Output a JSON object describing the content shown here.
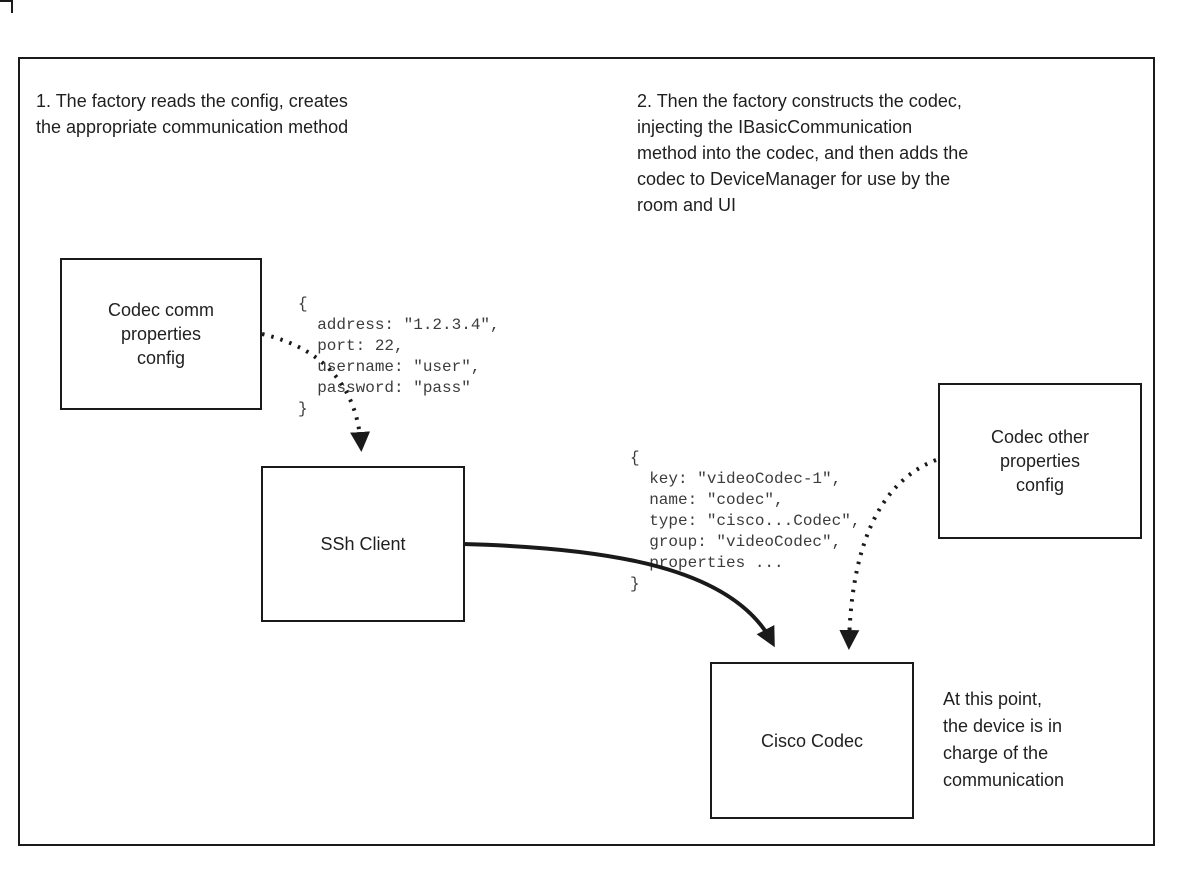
{
  "diagram": {
    "notes": {
      "step1": "1. The factory reads the config, creates\nthe appropriate communication method",
      "step2": "2. Then the factory constructs the codec,\ninjecting the IBasicCommunication\nmethod into the codec, and then adds the\ncodec to DeviceManager for use by the\nroom and UI",
      "result": "At this point,\nthe device is in\ncharge of the\ncommunication"
    },
    "boxes": {
      "codec_comm_config": "Codec comm\nproperties\nconfig",
      "ssh_client": "SSh Client",
      "codec_other_config": "Codec other\nproperties\nconfig",
      "cisco_codec": "Cisco Codec"
    },
    "code_blocks": {
      "comm_properties": "{\n  address: \"1.2.3.4\",\n  port: 22,\n  username: \"user\",\n  password: \"pass\"\n}",
      "codec_properties": "{\n  key: \"videoCodec-1\",\n  name: \"codec\",\n  type: \"cisco...Codec\",\n  group: \"videoCodec\",\n  properties ...\n}"
    },
    "colors": {
      "line": "#1a1a1a",
      "text": "#1f1f1f",
      "code_text": "#3c3c3c",
      "background": "#ffffff"
    }
  }
}
